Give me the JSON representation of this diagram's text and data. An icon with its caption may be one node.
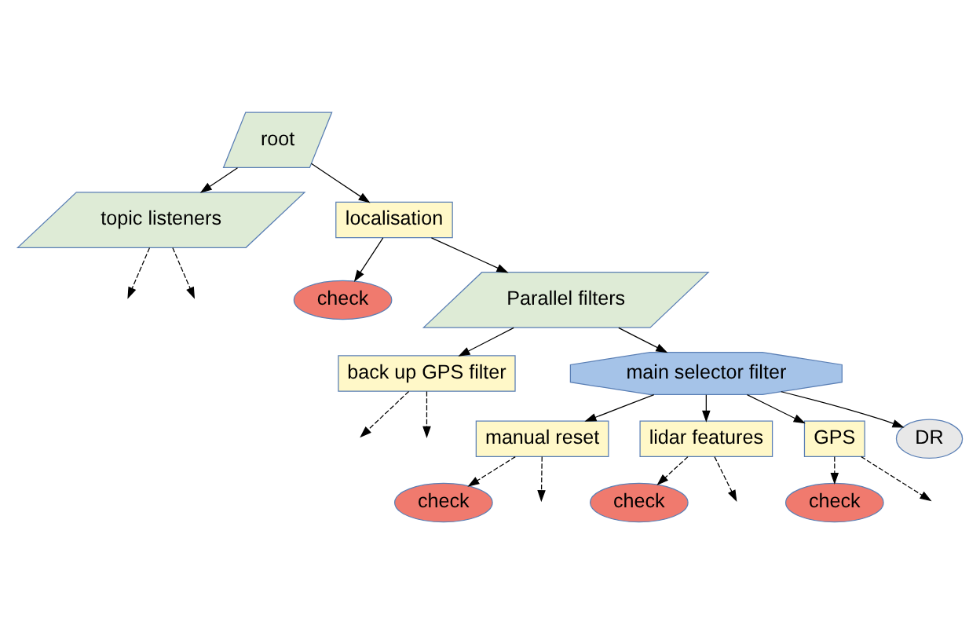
{
  "diagram": {
    "nodes": [
      {
        "text": [
          "root"
        ]
      },
      {
        "text": [
          "topic listeners"
        ]
      },
      {
        "text": [
          "localisation"
        ]
      },
      {
        "text": [
          "check"
        ]
      },
      {
        "text": [
          "Parallel filters"
        ]
      },
      {
        "text": [
          "back up GPS filter"
        ]
      },
      {
        "text": [
          "main selector filter"
        ]
      },
      {
        "text": [
          "manual reset"
        ]
      },
      {
        "text": [
          "lidar features"
        ]
      },
      {
        "text": [
          "GPS"
        ]
      },
      {
        "text": [
          "DR"
        ]
      },
      {
        "text": [
          "check"
        ]
      },
      {
        "text": [
          "check"
        ]
      },
      {
        "text": [
          "check"
        ]
      }
    ],
    "edges": [
      {
        "from": 0,
        "to": 1,
        "arrow": "to"
      },
      {
        "from": 0,
        "to": 2,
        "arrow": "to"
      },
      {
        "from": 1,
        "to": null,
        "arrow": "to",
        "style": "dashed"
      },
      {
        "from": 1,
        "to": null,
        "arrow": "to",
        "style": "dashed"
      },
      {
        "from": 2,
        "to": 3,
        "arrow": "to"
      },
      {
        "from": 2,
        "to": 4,
        "arrow": "to"
      },
      {
        "from": 4,
        "to": 5,
        "arrow": "to"
      },
      {
        "from": 4,
        "to": 6,
        "arrow": "to"
      },
      {
        "from": 5,
        "to": null,
        "arrow": "to",
        "style": "dashed"
      },
      {
        "from": 5,
        "to": null,
        "arrow": "to",
        "style": "dashed"
      },
      {
        "from": 6,
        "to": 7,
        "arrow": "to"
      },
      {
        "from": 6,
        "to": 8,
        "arrow": "to"
      },
      {
        "from": 6,
        "to": 9,
        "arrow": "to"
      },
      {
        "from": 6,
        "to": 10,
        "arrow": "to"
      },
      {
        "from": 7,
        "to": 11,
        "arrow": "to",
        "style": "dashed"
      },
      {
        "from": 7,
        "to": null,
        "arrow": "to",
        "style": "dashed"
      },
      {
        "from": 8,
        "to": 12,
        "arrow": "to",
        "style": "dashed"
      },
      {
        "from": 8,
        "to": null,
        "arrow": "to",
        "style": "dashed"
      },
      {
        "from": 9,
        "to": 13,
        "arrow": "to",
        "style": "dashed"
      },
      {
        "from": 9,
        "to": null,
        "arrow": "to",
        "style": "dashed"
      }
    ]
  }
}
